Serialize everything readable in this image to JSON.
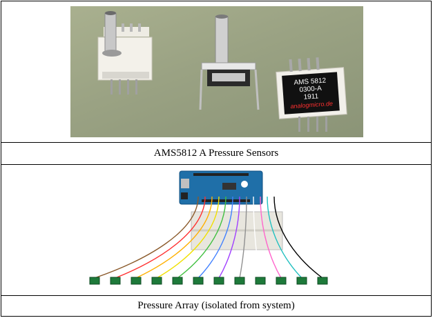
{
  "figure": {
    "caption_top": "AMS5812 A Pressure Sensors",
    "caption_bottom": "Pressure Array (isolated from system)",
    "sensor_label": {
      "line1": "AMS 5812",
      "line2": "0300-A",
      "line3": "1911",
      "line4": "analogmicro.de"
    }
  },
  "colors": {
    "photo_background": "#9aa283",
    "arduino_board": "#1f6fa8",
    "breadboard": "#e8e6de",
    "sensor_module": "#1e7a3a"
  },
  "wire_colors": [
    "#8b5a2b",
    "#ff3030",
    "#ffb000",
    "#f0e000",
    "#40c040",
    "#4080ff",
    "#a040ff",
    "#909090",
    "#ffffff",
    "#ff66cc",
    "#20c0c0",
    "#000000"
  ]
}
